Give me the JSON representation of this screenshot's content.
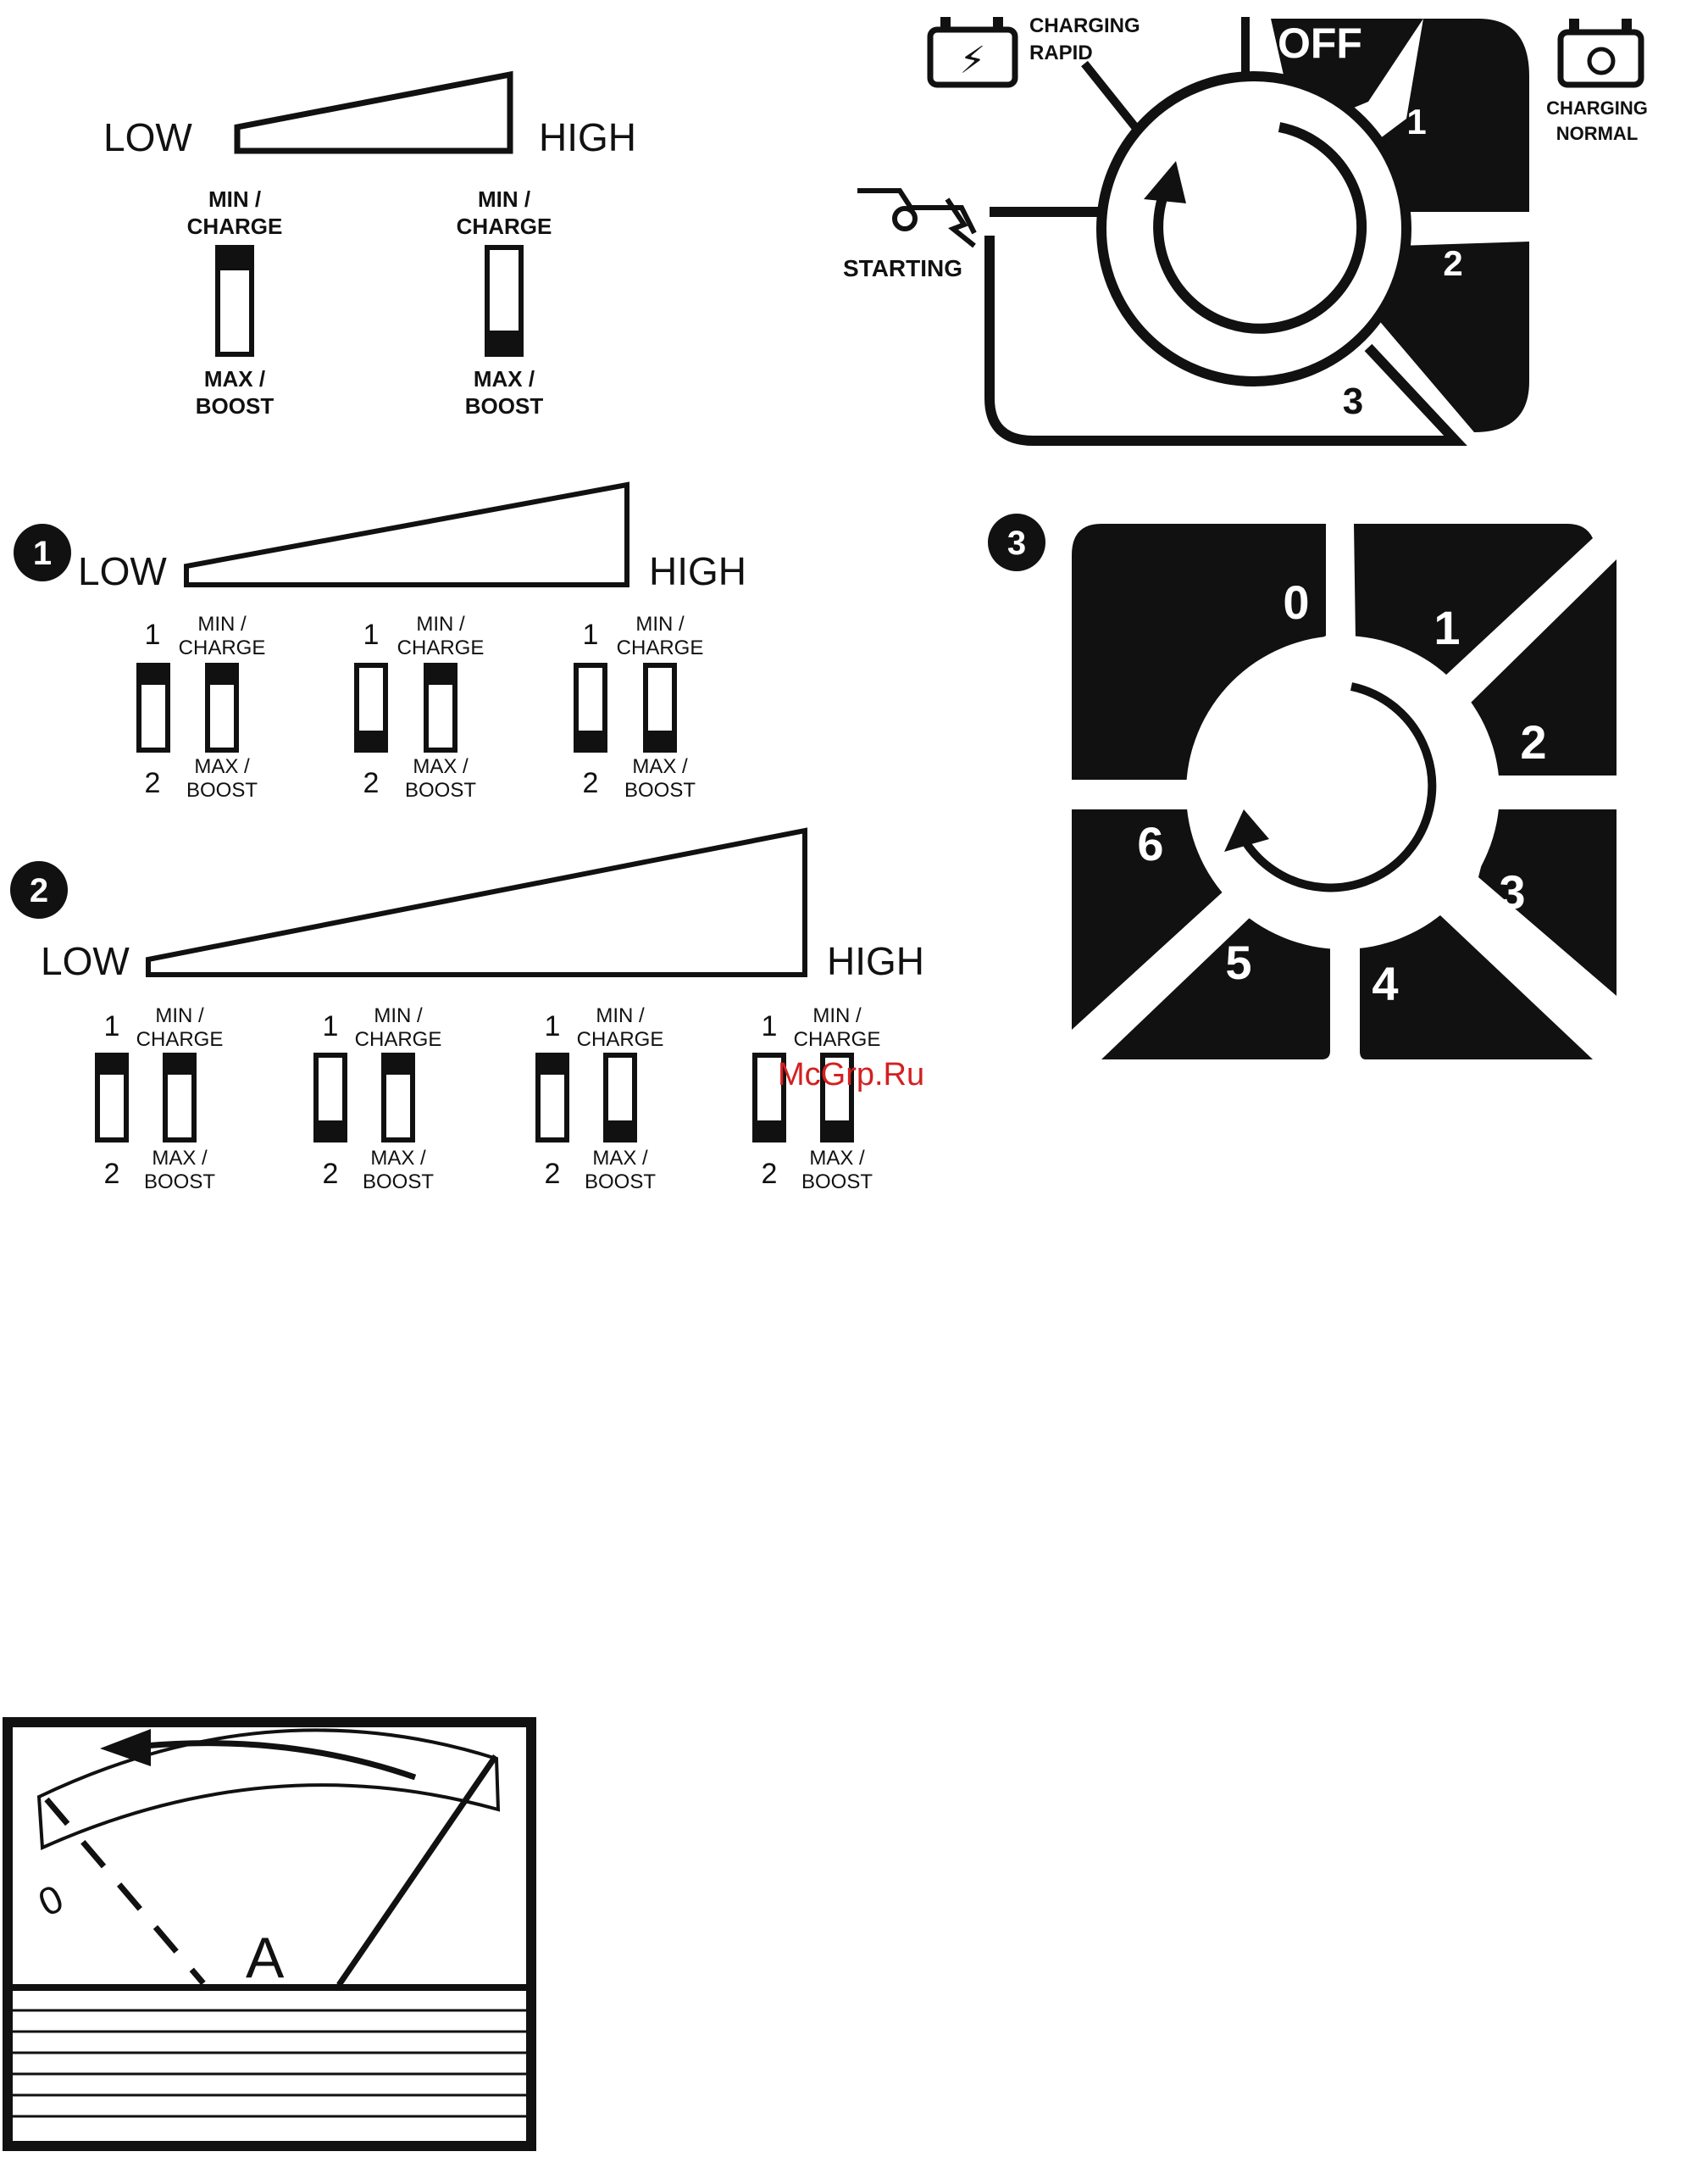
{
  "top_scale": {
    "low": "LOW",
    "high": "HIGH",
    "switch_top": [
      "MIN /",
      "CHARGE"
    ],
    "switch_bottom": [
      "MAX /",
      "BOOST"
    ]
  },
  "section1": {
    "marker": "1",
    "low": "LOW",
    "high": "HIGH",
    "pos1": "1",
    "pos2": "2",
    "switch_top": [
      "MIN /",
      "CHARGE"
    ],
    "switch_bottom": [
      "MAX /",
      "BOOST"
    ]
  },
  "section2": {
    "marker": "2",
    "low": "LOW",
    "high": "HIGH",
    "pos1": "1",
    "pos2": "2",
    "switch_top": [
      "MIN /",
      "CHARGE"
    ],
    "switch_bottom": [
      "MAX /",
      "BOOST"
    ]
  },
  "dial_top": {
    "off": "OFF",
    "positions": [
      "1",
      "2",
      "3"
    ],
    "charging_rapid": [
      "CHARGING",
      "RAPID"
    ],
    "charging_normal": [
      "CHARGING",
      "NORMAL"
    ],
    "starting": "STARTING"
  },
  "section3": {
    "marker": "3",
    "positions": [
      "0",
      "1",
      "2",
      "3",
      "4",
      "5",
      "6"
    ]
  },
  "ammeter": {
    "zero": "0",
    "unit": "A"
  },
  "watermark": "McGrp.Ru",
  "colors": {
    "ink": "#111111",
    "watermark": "#d42020"
  }
}
